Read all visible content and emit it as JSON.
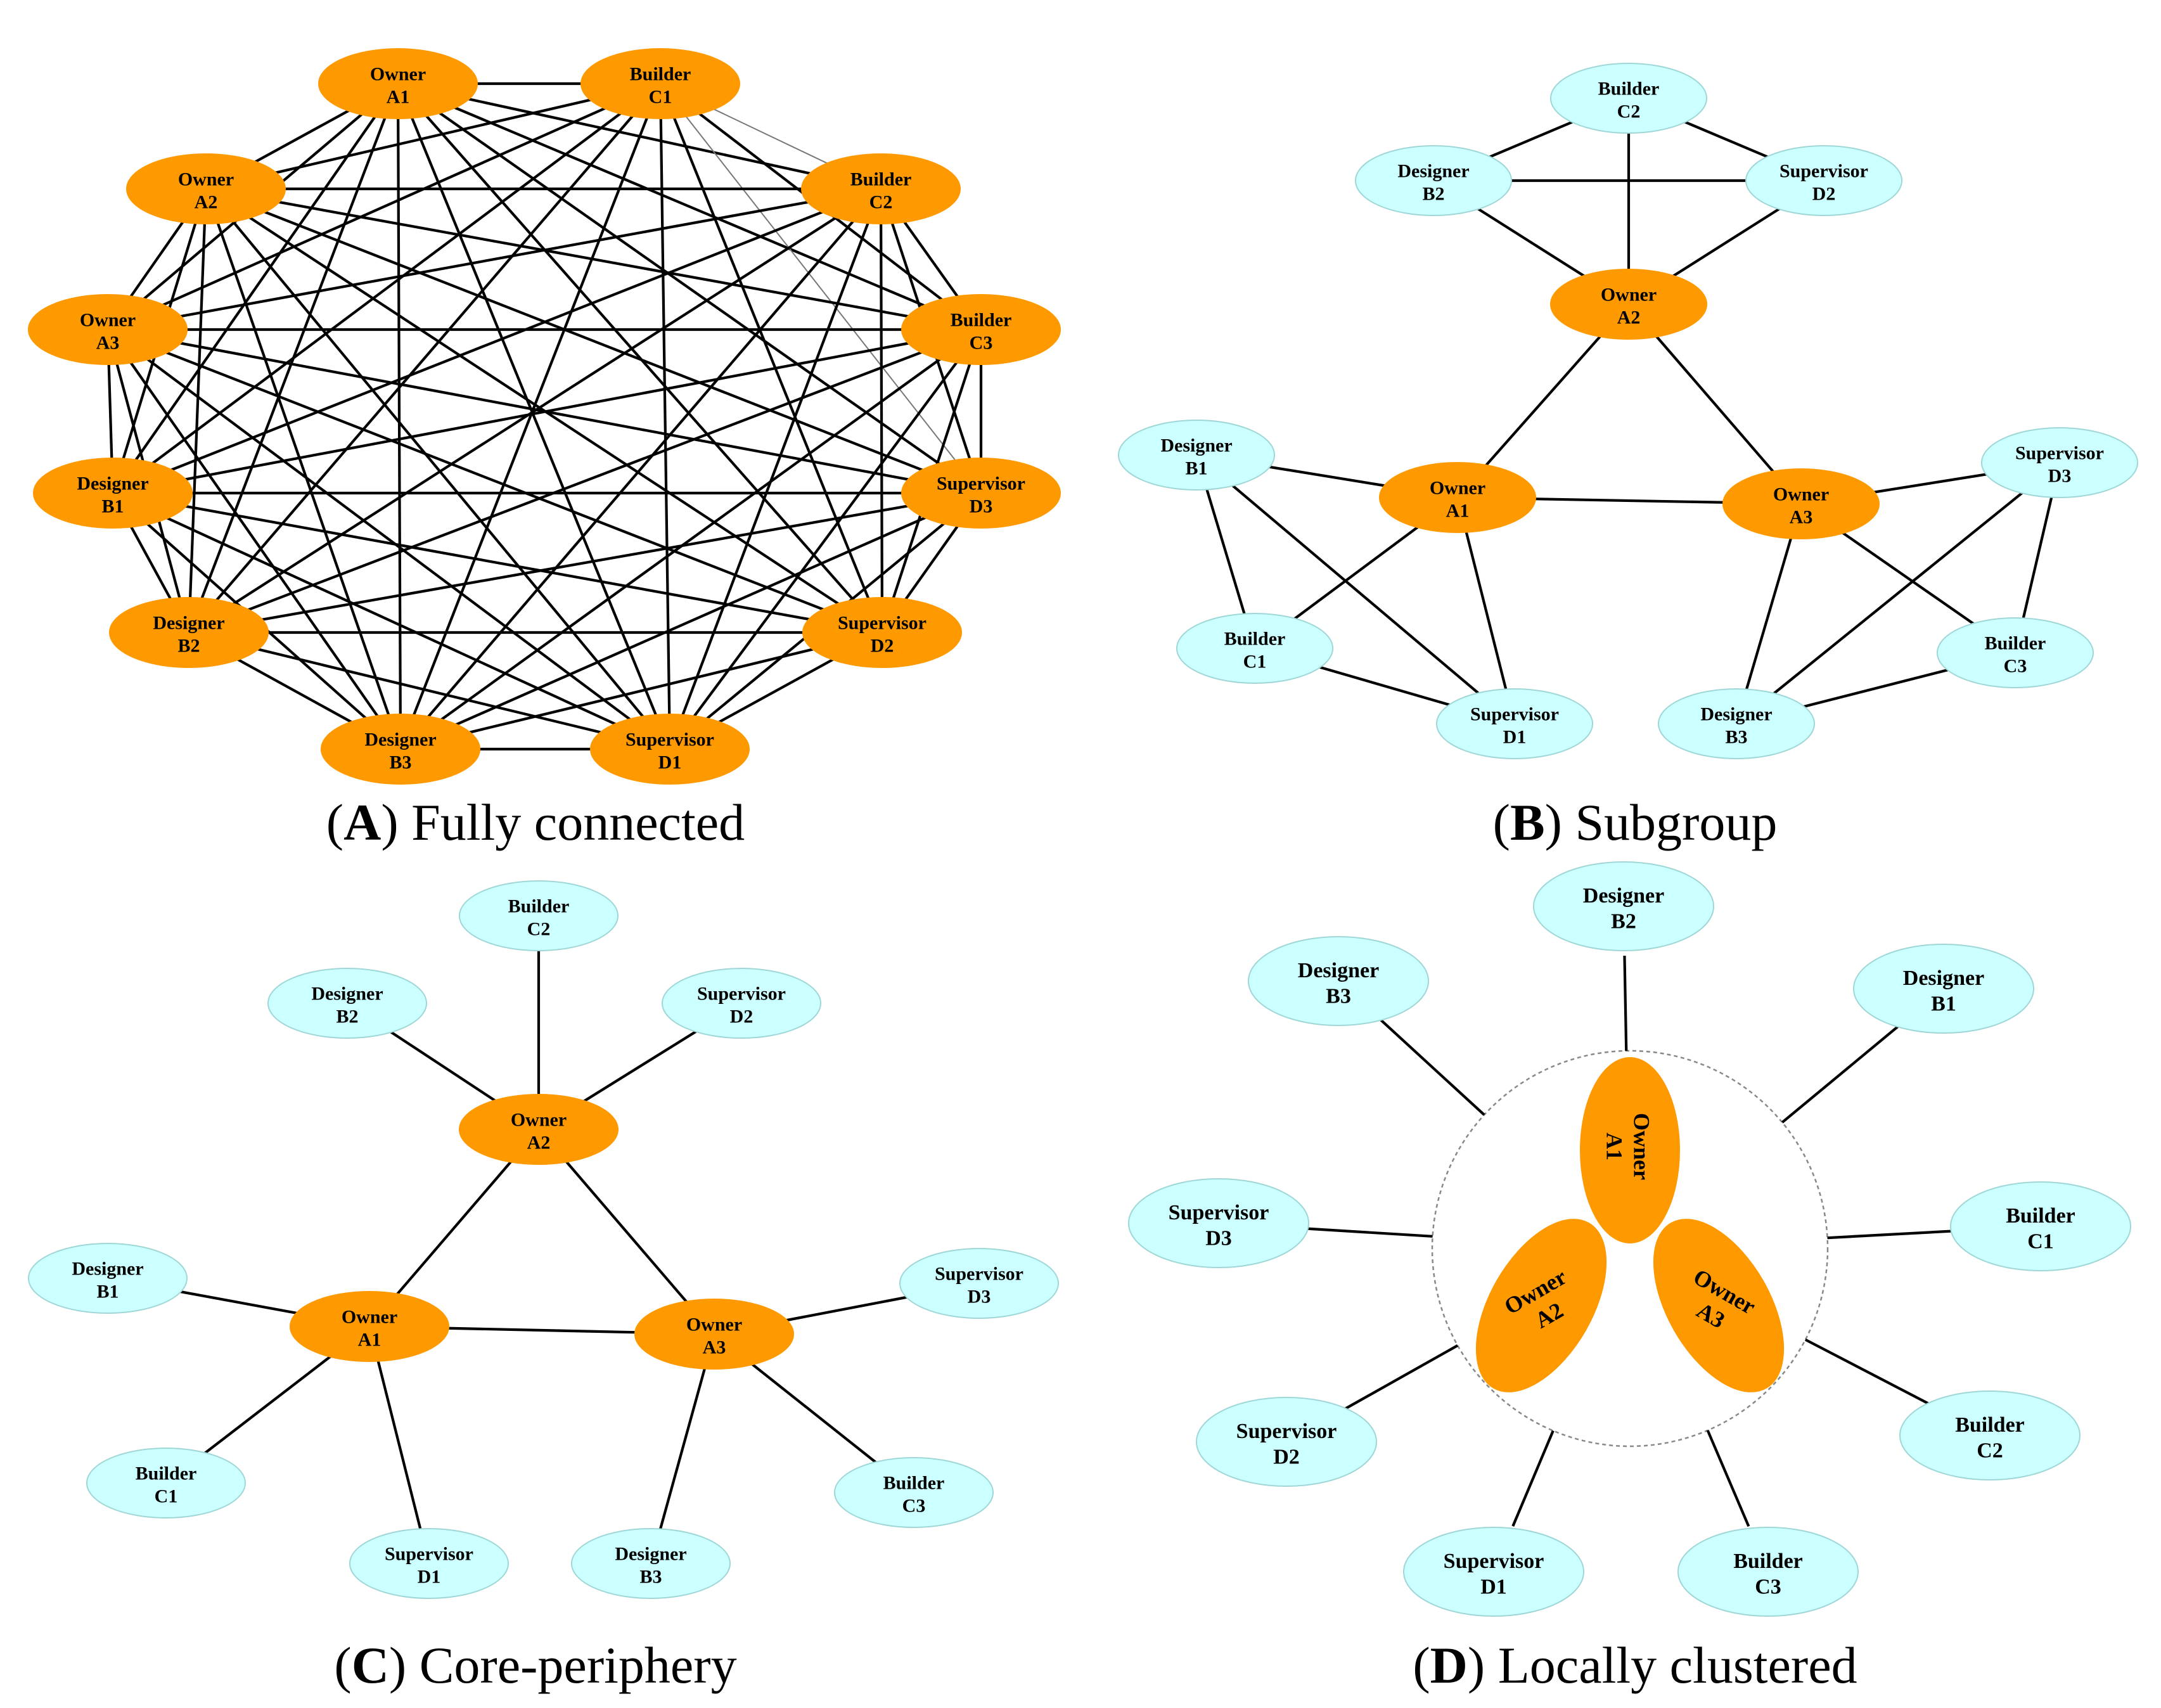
{
  "colors": {
    "core": "#FF9900",
    "periphery": "#CCFFFF",
    "edge": "#000000",
    "circle": "#888888"
  },
  "nodes": {
    "A1": {
      "role": "Owner",
      "id": "A1"
    },
    "A2": {
      "role": "Owner",
      "id": "A2"
    },
    "A3": {
      "role": "Owner",
      "id": "A3"
    },
    "B1": {
      "role": "Designer",
      "id": "B1"
    },
    "B2": {
      "role": "Designer",
      "id": "B2"
    },
    "B3": {
      "role": "Designer",
      "id": "B3"
    },
    "C1": {
      "role": "Builder",
      "id": "C1"
    },
    "C2": {
      "role": "Builder",
      "id": "C2"
    },
    "C3": {
      "role": "Builder",
      "id": "C3"
    },
    "D1": {
      "role": "Supervisor",
      "id": "D1"
    },
    "D2": {
      "role": "Supervisor",
      "id": "D2"
    },
    "D3": {
      "role": "Supervisor",
      "id": "D3"
    }
  },
  "panels": [
    {
      "key": "A",
      "letter": "A",
      "caption": "Fully connected",
      "core": [
        "A1",
        "A2",
        "A3",
        "B1",
        "B2",
        "B3",
        "C1",
        "C2",
        "C3",
        "D1",
        "D2",
        "D3"
      ],
      "edges": "all"
    },
    {
      "key": "B",
      "letter": "B",
      "caption": "Subgroup",
      "core": [
        "A1",
        "A2",
        "A3"
      ],
      "edges": [
        [
          "A1",
          "A2"
        ],
        [
          "A1",
          "A3"
        ],
        [
          "A2",
          "A3"
        ],
        [
          "A2",
          "B2"
        ],
        [
          "A2",
          "C2"
        ],
        [
          "A2",
          "D2"
        ],
        [
          "B2",
          "C2"
        ],
        [
          "C2",
          "D2"
        ],
        [
          "B2",
          "D2"
        ],
        [
          "A1",
          "B1"
        ],
        [
          "A1",
          "C1"
        ],
        [
          "A1",
          "D1"
        ],
        [
          "B1",
          "C1"
        ],
        [
          "C1",
          "D1"
        ],
        [
          "B1",
          "D1"
        ],
        [
          "A3",
          "D3"
        ],
        [
          "A3",
          "C3"
        ],
        [
          "A3",
          "B3"
        ],
        [
          "D3",
          "C3"
        ],
        [
          "C3",
          "B3"
        ],
        [
          "D3",
          "B3"
        ]
      ]
    },
    {
      "key": "C",
      "letter": "C",
      "caption": "Core-periphery",
      "core": [
        "A1",
        "A2",
        "A3"
      ],
      "edges": [
        [
          "A1",
          "A2"
        ],
        [
          "A1",
          "A3"
        ],
        [
          "A2",
          "A3"
        ],
        [
          "A2",
          "C2"
        ],
        [
          "A2",
          "B2"
        ],
        [
          "A2",
          "D2"
        ],
        [
          "A1",
          "B1"
        ],
        [
          "A1",
          "C1"
        ],
        [
          "A1",
          "D1"
        ],
        [
          "A3",
          "D3"
        ],
        [
          "A3",
          "C3"
        ],
        [
          "A3",
          "B3"
        ]
      ]
    },
    {
      "key": "D",
      "letter": "D",
      "caption": "Locally clustered",
      "core": [
        "A1",
        "A2",
        "A3"
      ],
      "edges": "spokes"
    }
  ]
}
